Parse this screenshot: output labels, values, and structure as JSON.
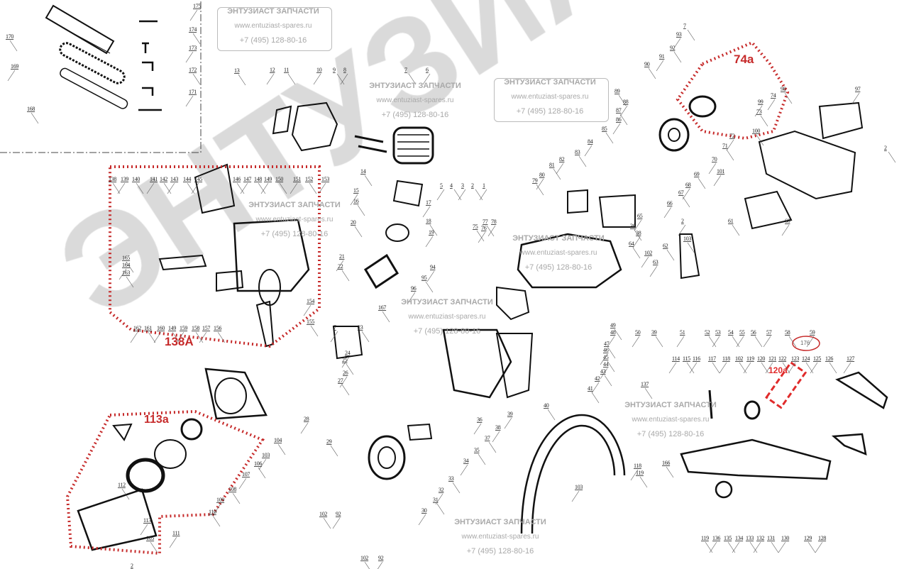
{
  "watermark": {
    "brand": "ЭНТУЗИАСТ",
    "title": "ЭНТУЗИАСТ ЗАПЧАСТИ",
    "url": "www.entuziast-spares.ru",
    "phone": "+7 (495) 128-80-16"
  },
  "callouts": {
    "c74a": "74a",
    "c138a": "138A",
    "c113a": "113a",
    "c120a": "120a",
    "c176": "176"
  },
  "colors": {
    "callout": "#c62a2a",
    "line": "#111111",
    "watermark": "#a9a9a9"
  },
  "labels": [
    "170",
    "169",
    "168",
    "175",
    "174",
    "173",
    "172",
    "171",
    "13",
    "12",
    "11",
    "10",
    "9",
    "8",
    "7",
    "6",
    "14",
    "15",
    "16",
    "17",
    "18",
    "19",
    "20",
    "21",
    "22",
    "1",
    "2",
    "3",
    "4",
    "5",
    "138",
    "139",
    "140",
    "141",
    "142",
    "143",
    "144",
    "145",
    "146",
    "147",
    "148",
    "149",
    "150",
    "151",
    "152",
    "153",
    "165",
    "164",
    "163",
    "162",
    "161",
    "160",
    "149",
    "159",
    "158",
    "157",
    "156",
    "154",
    "155",
    "94",
    "95",
    "96",
    "90",
    "91",
    "92",
    "93",
    "7",
    "74",
    "73",
    "72",
    "71",
    "70",
    "69",
    "68",
    "67",
    "66",
    "89",
    "88",
    "87",
    "86",
    "85",
    "84",
    "83",
    "82",
    "81",
    "80",
    "79",
    "99",
    "98",
    "97",
    "100",
    "101",
    "2",
    "78",
    "77",
    "76",
    "75",
    "65",
    "64",
    "38",
    "36",
    "63",
    "62",
    "102",
    "103",
    "2",
    "61",
    "60",
    "49",
    "48",
    "47",
    "46",
    "45",
    "44",
    "43",
    "42",
    "41",
    "39",
    "40",
    "50",
    "39",
    "51",
    "52",
    "53",
    "54",
    "55",
    "56",
    "57",
    "58",
    "59",
    "167",
    "7",
    "23",
    "24",
    "25",
    "26",
    "27",
    "28",
    "29",
    "38",
    "37",
    "36",
    "35",
    "34",
    "33",
    "32",
    "31",
    "30",
    "102",
    "92",
    "102",
    "92",
    "104",
    "103",
    "106",
    "107",
    "108",
    "109",
    "110",
    "111",
    "112",
    "113",
    "105",
    "2",
    "137",
    "114",
    "115",
    "116",
    "117",
    "118",
    "102",
    "119",
    "120",
    "121",
    "122",
    "123",
    "124",
    "125",
    "126",
    "127",
    "166",
    "118",
    "119",
    "103",
    "119",
    "136",
    "135",
    "134",
    "133",
    "132",
    "131",
    "130",
    "129",
    "128"
  ]
}
